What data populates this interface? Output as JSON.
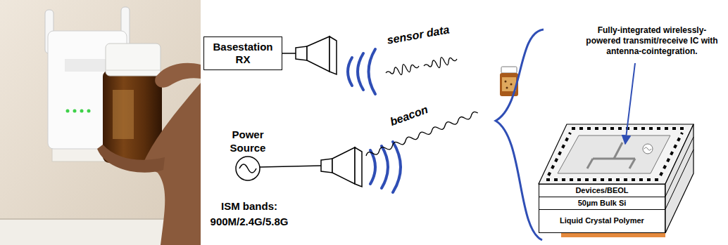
{
  "diagram": {
    "nodes": [
      {
        "text": [
          "Basestation RX"
        ]
      },
      {
        "text": [
          "Devices/BEOL"
        ]
      },
      {
        "text": [
          "50µm Bulk Si"
        ]
      },
      {
        "text": [
          "Liquid Crystal Polymer"
        ]
      }
    ],
    "labels": [
      "sensor data",
      "beacon",
      "Power Source",
      "ISM bands: 900M/2.4G/5.8G",
      "Fully-integrated wirelessly-powered transmit/receive IC with antenna-cointegration."
    ]
  }
}
